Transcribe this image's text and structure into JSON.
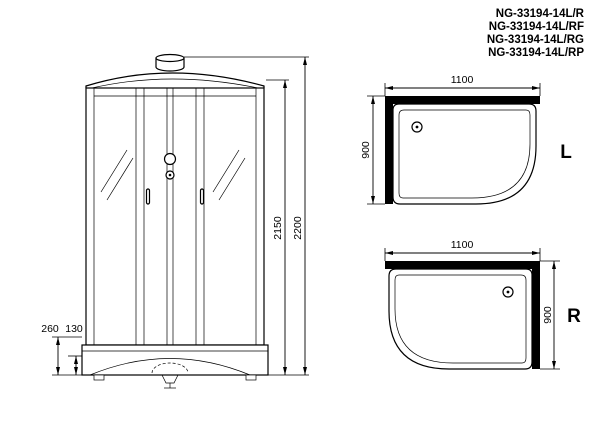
{
  "page": {
    "background": "#ffffff",
    "line_color": "#000000"
  },
  "title_block": {
    "models": [
      {
        "label": "NG-33194-14L/R"
      },
      {
        "label": "NG-33194-14L/RF"
      },
      {
        "label": "NG-33194-14L/RG"
      },
      {
        "label": "NG-33194-14L/RP"
      }
    ]
  },
  "front_view": {
    "dim_cabin_height": "2150",
    "dim_total_height": "2200",
    "dim_base_height": "260",
    "dim_tray_depth": "130"
  },
  "plan_view_left": {
    "label": "L",
    "dim_width": "1100",
    "dim_depth": "900"
  },
  "plan_view_right": {
    "label": "R",
    "dim_width": "1100",
    "dim_depth": "900"
  }
}
